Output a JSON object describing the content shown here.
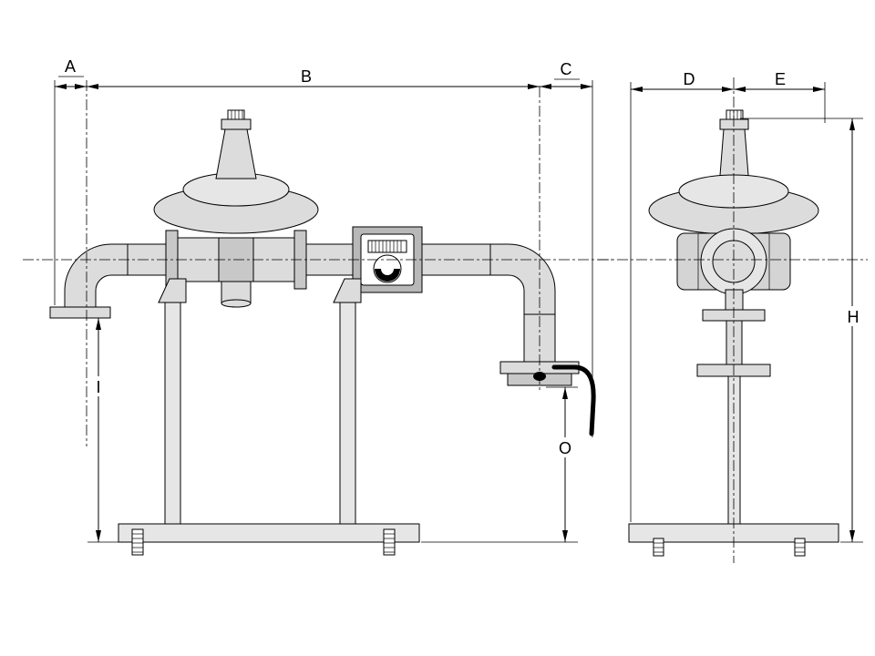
{
  "diagram": {
    "type": "technical-drawing",
    "description": "Dimensional outline drawing of a gas pressure regulator pipe assembly with meter, shown in front and side views on a base stand",
    "dimension_labels": {
      "a": "A",
      "b": "B",
      "c": "C",
      "d": "D",
      "e": "E",
      "h": "H",
      "i": "I",
      "o": "O"
    },
    "colors": {
      "line": "#000000",
      "fill_light": "#e6e6e6",
      "fill_mid": "#dcdcdc",
      "fill_dark": "#b8b8b8",
      "background": "#ffffff"
    }
  }
}
